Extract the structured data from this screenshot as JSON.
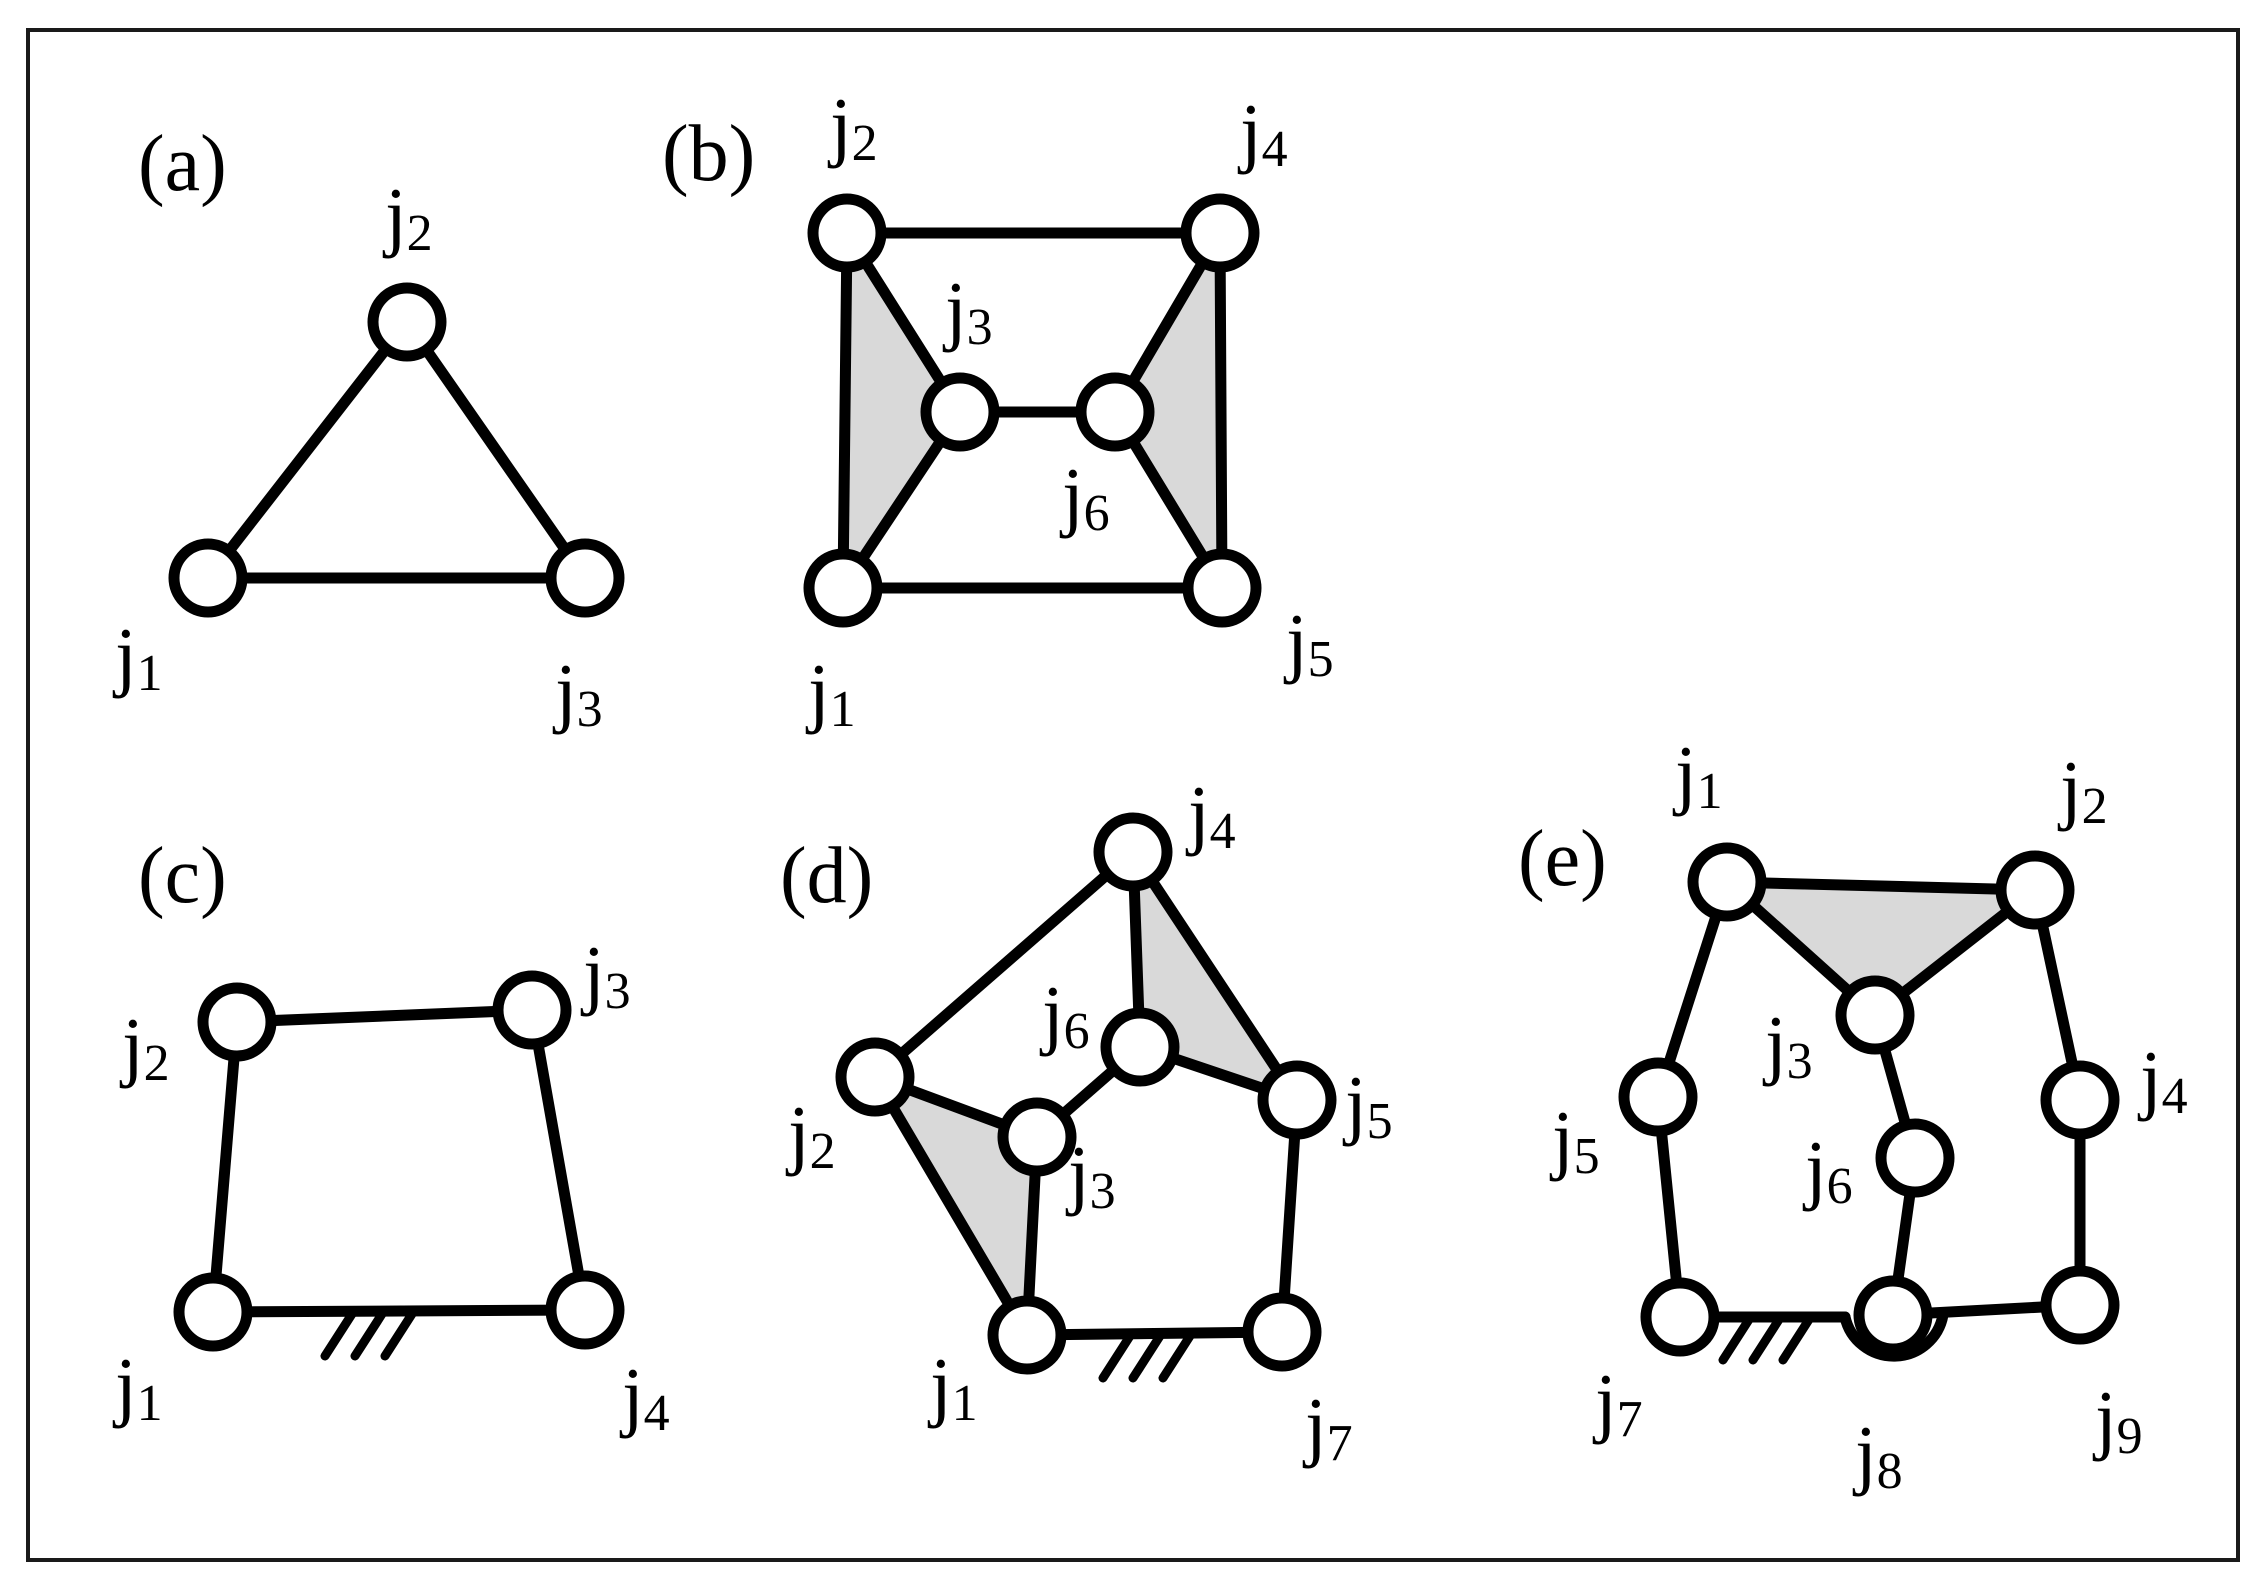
{
  "panels": {
    "a": {
      "label": "(a)",
      "joints": {
        "j1": "1",
        "j2": "2",
        "j3": "3"
      }
    },
    "b": {
      "label": "(b)",
      "joints": {
        "j1": "1",
        "j2": "2",
        "j3": "3",
        "j4": "4",
        "j5": "5",
        "j6": "6"
      }
    },
    "c": {
      "label": "(c)",
      "joints": {
        "j1": "1",
        "j2": "2",
        "j3": "3",
        "j4": "4"
      }
    },
    "d": {
      "label": "(d)",
      "joints": {
        "j1": "1",
        "j2": "2",
        "j3": "3",
        "j4": "4",
        "j5": "5",
        "j6": "6",
        "j7": "7"
      }
    },
    "e": {
      "label": "(e)",
      "joints": {
        "j1": "1",
        "j2": "2",
        "j3": "3",
        "j4": "4",
        "j5": "5",
        "j6": "6",
        "j7": "7",
        "j8": "8",
        "j9": "9"
      }
    }
  },
  "joint_prefix": "j",
  "colors": {
    "line": "#000000",
    "link_fill": "#d9d9d9",
    "joint_fill": "#ffffff",
    "background": "#ffffff"
  }
}
